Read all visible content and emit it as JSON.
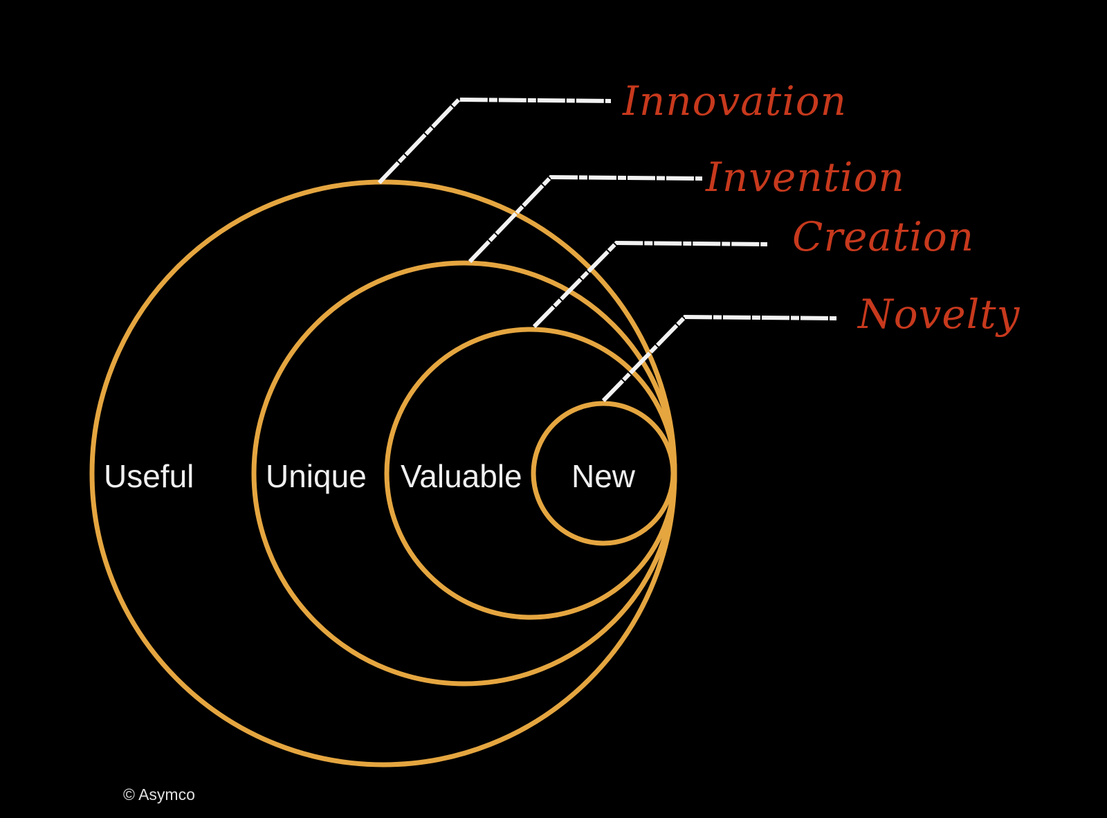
{
  "diagram": {
    "rings": [
      {
        "inner_label": "Useful",
        "outer_label": "Innovation"
      },
      {
        "inner_label": "Unique",
        "outer_label": "Invention"
      },
      {
        "inner_label": "Valuable",
        "outer_label": "Creation"
      },
      {
        "inner_label": "New",
        "outer_label": "Novelty"
      }
    ],
    "credit": "© Asymco"
  },
  "colors": {
    "background": "#000000",
    "ring": "#E5A640",
    "outer_label": "#C7391D",
    "leader": "#F2F2F2",
    "inner_label": "#F0F0F0"
  }
}
